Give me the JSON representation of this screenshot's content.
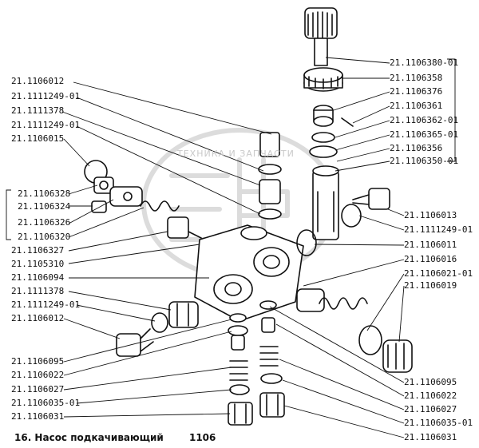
{
  "watermark": "ТЕХНИКА И ЗАПЧАСТИ",
  "caption": {
    "text": "16. Насос подкачивающий",
    "code": "1106"
  },
  "labels_left": [
    "21.1106012",
    "21.1111249-01",
    "21.1111378",
    "21.1111249-01",
    "21.1106015",
    "21.1106328",
    "21.1106324",
    "21.1106326",
    "21.1106320",
    "21.1106327",
    "21.1105310",
    "21.1106094",
    "21.1111378",
    "21.1111249-01",
    "21.1106012",
    "21.1106095",
    "21.1106022",
    "21.1106027",
    "21.1106035-01",
    "21.1106031"
  ],
  "labels_right": [
    "21.1106380-01",
    "21.1106358",
    "21.1106376",
    "21.1106361",
    "21.1106362-01",
    "21.1106365-01",
    "21.1106356",
    "21.1106350-01",
    "21.1106013",
    "21.1111249-01",
    "21.1106011",
    "21.1106016",
    "21.1106021-01",
    "21.1106019",
    "21.1106095",
    "21.1106022",
    "21.1106027",
    "21.1106035-01",
    "21.1106031"
  ]
}
